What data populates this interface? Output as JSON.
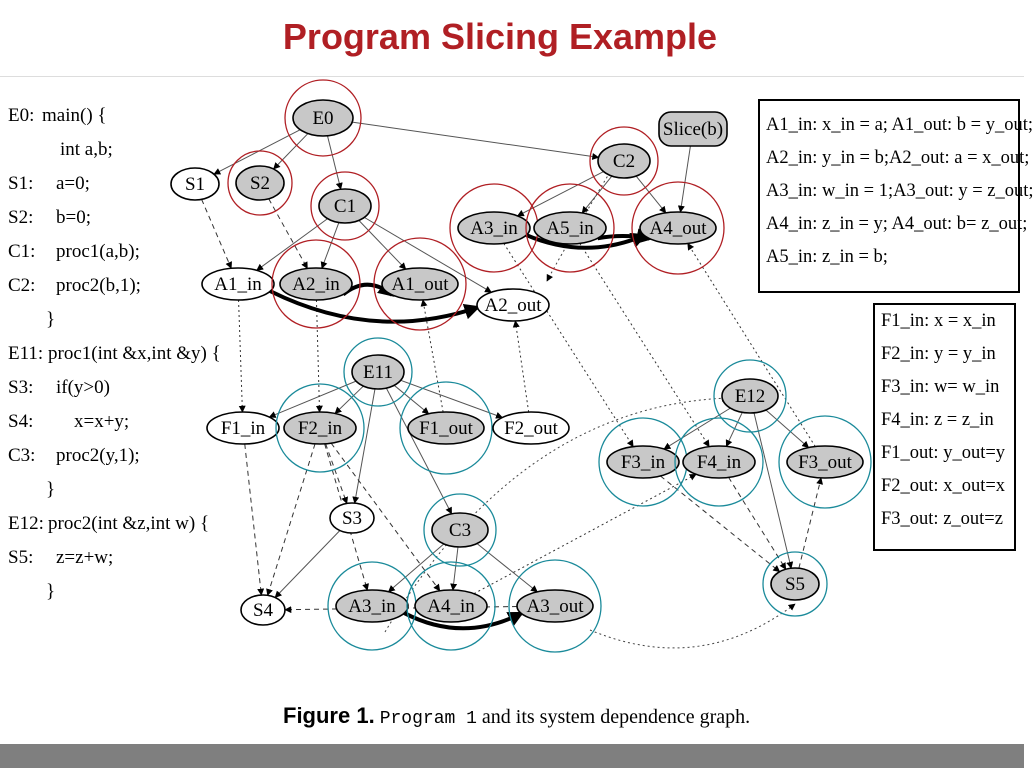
{
  "title": "Program Slicing Example",
  "code": [
    {
      "label": "E0:",
      "text": "main() {"
    },
    {
      "label": "",
      "text": "int a,b;"
    },
    {
      "label": "S1:",
      "text": "a=0;"
    },
    {
      "label": "S2:",
      "text": "b=0;"
    },
    {
      "label": "C1:",
      "text": "proc1(a,b);"
    },
    {
      "label": "C2:",
      "text": "proc2(b,1);"
    },
    {
      "label": "",
      "text": "}"
    },
    {
      "label": "E11:",
      "text": "proc1(int &x,int &y) {"
    },
    {
      "label": "S3:",
      "text": "if(y>0)"
    },
    {
      "label": "S4:",
      "text": "x=x+y;"
    },
    {
      "label": "C3:",
      "text": "proc2(y,1);"
    },
    {
      "label": "",
      "text": "}"
    },
    {
      "label": "E12:",
      "text": "proc2(int &z,int w) {"
    },
    {
      "label": "S5:",
      "text": "z=z+w;"
    },
    {
      "label": "",
      "text": "}"
    }
  ],
  "binding_box_1": [
    "A1_in: x_in = a; A1_out: b = y_out;",
    "A2_in: y_in = b;A2_out: a = x_out;",
    "A3_in: w_in = 1;A3_out: y = z_out;",
    "A4_in: z_in = y; A4_out: b= z_out;",
    "A5_in: z_in = b;"
  ],
  "binding_box_2": [
    "F1_in: x = x_in",
    "F2_in: y = y_in",
    "F3_in: w= w_in",
    "F4_in: z = z_in",
    "F1_out: y_out=y",
    "F2_out: x_out=x",
    "F3_out: z_out=z"
  ],
  "caption": {
    "figure": "Figure 1.",
    "program": "Program 1",
    "rest": "and its system dependence graph."
  },
  "graph": {
    "nodes": [
      {
        "id": "E0",
        "label": "E0",
        "shaded": true,
        "ring": "red"
      },
      {
        "id": "S1",
        "label": "S1",
        "shaded": false,
        "ring": "none"
      },
      {
        "id": "S2",
        "label": "S2",
        "shaded": true,
        "ring": "red"
      },
      {
        "id": "C1",
        "label": "C1",
        "shaded": true,
        "ring": "red"
      },
      {
        "id": "C2",
        "label": "C2",
        "shaded": true,
        "ring": "red"
      },
      {
        "id": "SliceB",
        "label": "Slice(b)",
        "shaded": true,
        "ring": "none"
      },
      {
        "id": "A1_in",
        "label": "A1_in",
        "shaded": false,
        "ring": "none"
      },
      {
        "id": "A2_in",
        "label": "A2_in",
        "shaded": true,
        "ring": "red"
      },
      {
        "id": "A1_out",
        "label": "A1_out",
        "shaded": true,
        "ring": "red"
      },
      {
        "id": "A2_out",
        "label": "A2_out",
        "shaded": false,
        "ring": "none"
      },
      {
        "id": "A3_in_top",
        "label": "A3_in",
        "shaded": true,
        "ring": "red"
      },
      {
        "id": "A5_in",
        "label": "A5_in",
        "shaded": true,
        "ring": "red"
      },
      {
        "id": "A4_out",
        "label": "A4_out",
        "shaded": true,
        "ring": "red"
      },
      {
        "id": "E11",
        "label": "E11",
        "shaded": true,
        "ring": "teal"
      },
      {
        "id": "F1_in",
        "label": "F1_in",
        "shaded": false,
        "ring": "none"
      },
      {
        "id": "F2_in",
        "label": "F2_in",
        "shaded": true,
        "ring": "teal"
      },
      {
        "id": "F1_out",
        "label": "F1_out",
        "shaded": true,
        "ring": "teal"
      },
      {
        "id": "F2_out",
        "label": "F2_out",
        "shaded": false,
        "ring": "none"
      },
      {
        "id": "S3",
        "label": "S3",
        "shaded": false,
        "ring": "none"
      },
      {
        "id": "C3",
        "label": "C3",
        "shaded": true,
        "ring": "teal"
      },
      {
        "id": "S4",
        "label": "S4",
        "shaded": false,
        "ring": "none"
      },
      {
        "id": "A3_in_bot",
        "label": "A3_in",
        "shaded": true,
        "ring": "teal"
      },
      {
        "id": "A4_in",
        "label": "A4_in",
        "shaded": true,
        "ring": "teal"
      },
      {
        "id": "A3_out",
        "label": "A3_out",
        "shaded": true,
        "ring": "teal"
      },
      {
        "id": "E12",
        "label": "E12",
        "shaded": true,
        "ring": "teal"
      },
      {
        "id": "F3_in",
        "label": "F3_in",
        "shaded": true,
        "ring": "teal"
      },
      {
        "id": "F4_in",
        "label": "F4_in",
        "shaded": true,
        "ring": "teal"
      },
      {
        "id": "F3_out",
        "label": "F3_out",
        "shaded": true,
        "ring": "teal"
      },
      {
        "id": "S5",
        "label": "S5",
        "shaded": true,
        "ring": "teal"
      }
    ]
  },
  "colors": {
    "title": "#b01f24",
    "ring_red": "#b01f24",
    "ring_teal": "#1a8a9a",
    "shade": "#c8c8c8",
    "bar": "#7f7f7f"
  }
}
